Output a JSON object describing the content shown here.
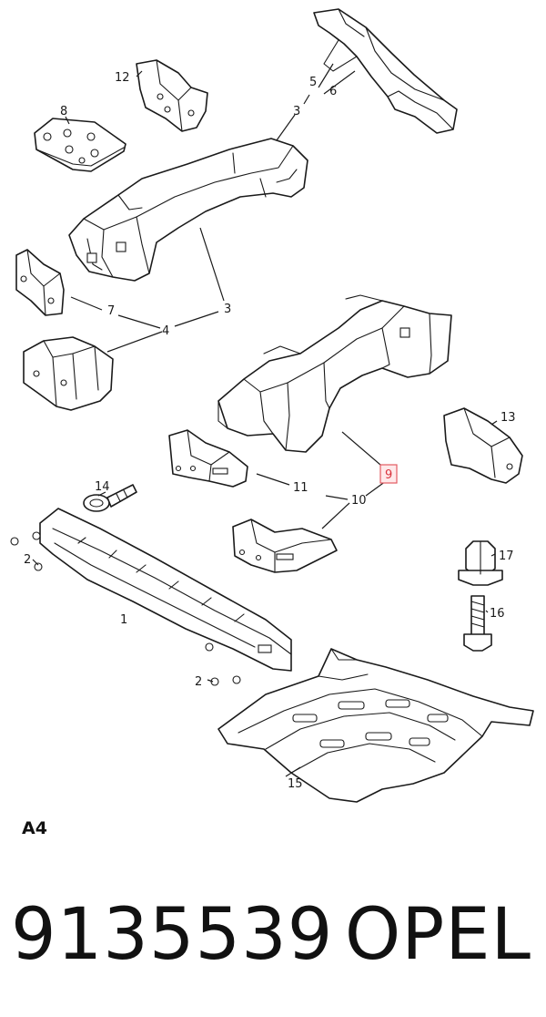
{
  "callouts": {
    "c1": "1",
    "c2a": "2",
    "c2b": "2",
    "c3a": "3",
    "c3b": "3",
    "c4": "4",
    "c5": "5",
    "c6": "6",
    "c7": "7",
    "c8": "8",
    "c9": "9",
    "c10": "10",
    "c11": "11",
    "c12": "12",
    "c13": "13",
    "c14": "14",
    "c15": "15",
    "c16": "16",
    "c17": "17"
  },
  "highlighted_callout": "9",
  "highlight_color": "#e35a62",
  "variant_label": "A4",
  "footer": {
    "part_number": "9135539",
    "brand": "OPEL"
  }
}
